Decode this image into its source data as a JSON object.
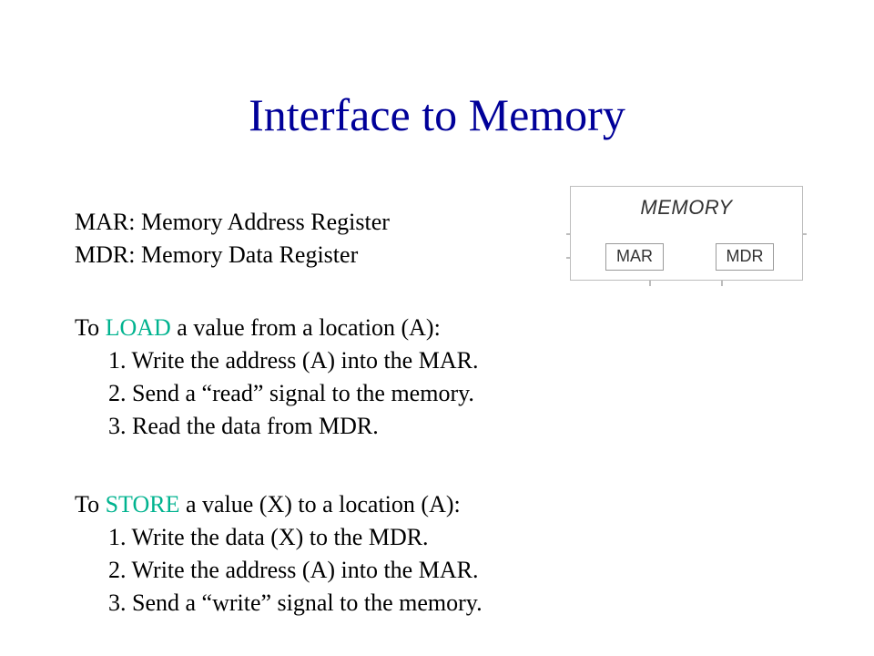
{
  "title": "Interface to Memory",
  "definitions": [
    "MAR: Memory Address Register",
    "MDR: Memory Data Register"
  ],
  "load": {
    "prefix": "To ",
    "keyword": "LOAD",
    "suffix": " a value from a location (A):",
    "steps": [
      "1.  Write the address (A) into the MAR.",
      "2.  Send a “read” signal to the memory.",
      "3.  Read the data from MDR."
    ]
  },
  "store": {
    "prefix": "To ",
    "keyword": "STORE",
    "suffix": " a value (X) to a location (A):",
    "steps": [
      "1.  Write the data (X) to the MDR.",
      "2.  Write the address (A) into the MAR.",
      "3.  Send a “write” signal to the memory."
    ]
  },
  "figure": {
    "memory_label": "MEMORY",
    "mar_label": "MAR",
    "mdr_label": "MDR"
  },
  "colors": {
    "title": "#000099",
    "keyword": "#00b38f"
  }
}
